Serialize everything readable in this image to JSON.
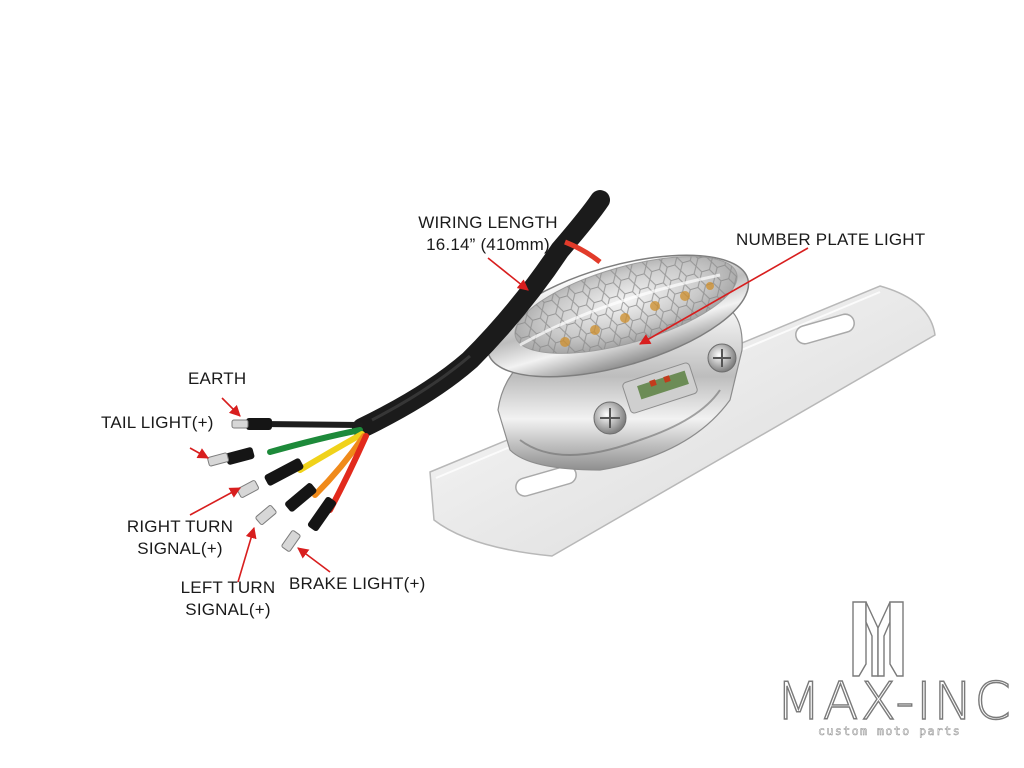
{
  "labels": {
    "wiring_length_line1": "WIRING LENGTH",
    "wiring_length_line2": "16.14” (410mm)",
    "number_plate_light": "NUMBER PLATE LIGHT",
    "earth": "EARTH",
    "tail_light": "TAIL LIGHT(+)",
    "right_turn_line1": "RIGHT TURN",
    "right_turn_line2": "SIGNAL(+)",
    "left_turn_line1": "LEFT TURN",
    "left_turn_line2": "SIGNAL(+)",
    "brake_light": "BRAKE LIGHT(+)"
  },
  "logo": {
    "text": "MAX-INC",
    "tagline": "custom moto parts"
  },
  "colors": {
    "arrow": "#d81e1e",
    "wire_black": "#1d1d1d",
    "wire_green": "#1d8a3a",
    "wire_yellow": "#f0d21a",
    "wire_orange": "#f08a1a",
    "wire_red": "#e22a1c",
    "chrome": "#d9d9d9"
  }
}
